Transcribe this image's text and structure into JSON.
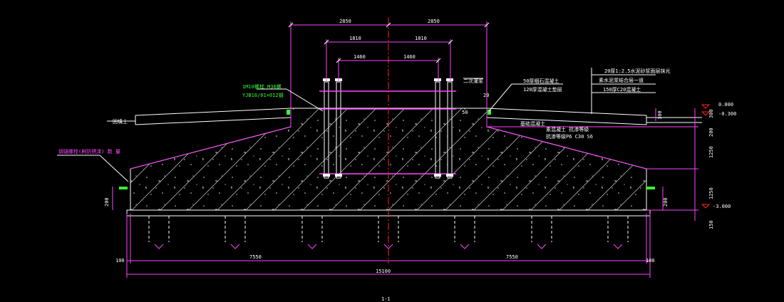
{
  "dimensions": {
    "top_half_left": "2850",
    "top_half_right": "2850",
    "mid_half_left": "1810",
    "mid_half_right": "1810",
    "inner_half_left": "1460",
    "inner_half_right": "1460",
    "bottom_left_edge": "100",
    "bottom_right_edge": "100",
    "bottom_half_left": "7550",
    "bottom_half_right": "7550",
    "bottom_total": "15100",
    "right_300": "300",
    "right_200": "200",
    "right_1250a": "1250",
    "right_1250b": "1250",
    "right_150": "150",
    "right_100": "100",
    "left_200": "200",
    "right_inner_200": "200",
    "gap_20": "20",
    "gap_50": "50"
  },
  "elevations": {
    "top": "0.000",
    "second": "-0.300",
    "bottom": "-3.000"
  },
  "notes": {
    "green_1": "1M10螺栓 M36螺",
    "green_2": "YJB16/01×012钢",
    "left_magenta": "钢锚螺栓(刷防锈漆) 数 量",
    "left_ground": "回填土",
    "grout": "二次灌浆",
    "layer_50": "50厚细石混凝土",
    "layer_120": "120厚混凝土垫层",
    "top_right_1": "20厚1:2.5水泥砂浆面层抹光",
    "top_right_2": "素水泥浆结合层一道",
    "top_right_3": "150厚C20混凝土",
    "concrete_1": "基础混凝土",
    "concrete_2": "素混凝土 抗渗等级",
    "concrete_3": "抗渗等级P6 C30 S6",
    "section_label": "1-1"
  }
}
